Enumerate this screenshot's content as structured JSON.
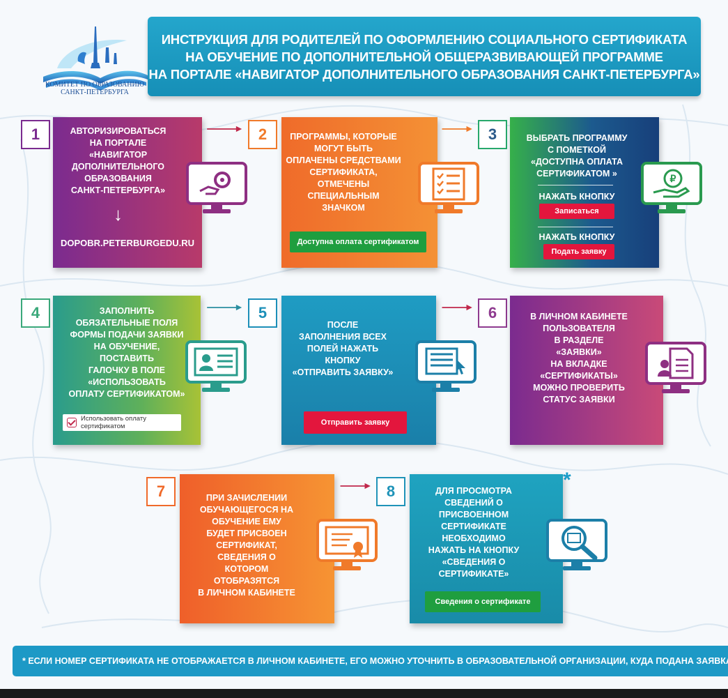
{
  "header": {
    "logo_text_line1": "КОМИТЕТ ПО ОБРАЗОВАНИЮ",
    "logo_text_line2": "САНКТ-ПЕТЕРБУРГА",
    "title_line1": "ИНСТРУКЦИЯ ДЛЯ РОДИТЕЛЕЙ ПО ОФОРМЛЕНИЮ СОЦИАЛЬНОГО СЕРТИФИКАТА",
    "title_line2": "НА ОБУЧЕНИЕ ПО ДОПОЛНИТЕЛЬНОЙ ОБЩЕРАЗВИВАЮЩЕЙ ПРОГРАММЕ",
    "title_line3": "НА ПОРТАЛЕ «НАВИГАТОР ДОПОЛНИТЕЛЬНОГО ОБРАЗОВАНИЯ САНКТ-ПЕТЕРБУРГА»"
  },
  "steps": [
    {
      "number": "1",
      "color": "#7b2b8f",
      "lines": [
        "АВТОРИЗИРОВАТЬСЯ",
        "НА ПОРТАЛЕ",
        "«НАВИГАТОР",
        "ДОПОЛНИТЕЛЬНОГО",
        "ОБРАЗОВАНИЯ",
        "САНКТ-ПЕТЕРБУРГА»"
      ],
      "arrow_symbol": "↓",
      "url": "DOPOBR.PETERBURGEDU.RU",
      "icon": "monitor-hand-gear-icon"
    },
    {
      "number": "2",
      "color": "#f07a2a",
      "lines": [
        "ПРОГРАММЫ, КОТОРЫЕ",
        "МОГУТ БЫТЬ",
        "ОПЛАЧЕНЫ СРЕДСТВАМИ",
        "СЕРТИФИКАТА,",
        "ОТМЕЧЕНЫ",
        "СПЕЦИАЛЬНЫМ",
        "ЗНАЧКОМ"
      ],
      "badge": "Доступна оплата сертификатом",
      "icon": "monitor-checklist-icon"
    },
    {
      "number": "3",
      "color": "#27a86b",
      "lines": [
        "ВЫБРАТЬ ПРОГРАММУ",
        "С ПОМЕТКОЙ",
        "«ДОСТУПНА ОПЛАТА",
        "СЕРТИФИКАТОМ »"
      ],
      "action1_label": "НАЖАТЬ КНОПКУ",
      "action1_button": "Записаться",
      "action2_label": "НАЖАТЬ КНОПКУ",
      "action2_button": "Подать заявку",
      "icon": "monitor-ruble-hand-icon"
    },
    {
      "number": "4",
      "color": "#3aa87a",
      "lines": [
        "ЗАПОЛНИТЬ",
        "ОБЯЗАТЕЛЬНЫЕ  ПОЛЯ",
        "ФОРМЫ ПОДАЧИ ЗАЯВКИ",
        "НА ОБУЧЕНИЕ,",
        "ПОСТАВИТЬ",
        "ГАЛОЧКУ В ПОЛЕ",
        "«ИСПОЛЬЗОВАТЬ",
        "ОПЛАТУ СЕРТИФИКАТОМ»"
      ],
      "checkbox_label": "Использовать оплату сертификатом",
      "icon": "monitor-profile-card-icon"
    },
    {
      "number": "5",
      "color": "#1c8fb8",
      "lines": [
        "ПОСЛЕ",
        "ЗАПОЛНЕНИЯ ВСЕХ",
        "ПОЛЕЙ НАЖАТЬ",
        "КНОПКУ",
        "«ОТПРАВИТЬ ЗАЯВКУ»"
      ],
      "button": "Отправить  заявку",
      "icon": "monitor-form-cursor-icon"
    },
    {
      "number": "6",
      "color": "#8e3a8f",
      "lines": [
        "В ЛИЧНОМ КАБИНЕТЕ",
        "ПОЛЬЗОВАТЕЛЯ",
        "В РАЗДЕЛЕ",
        "«ЗАЯВКИ»",
        "НА ВКЛАДКЕ",
        "«СЕРТИФИКАТЫ»",
        "МОЖНО ПРОВЕРИТЬ",
        "СТАТУС ЗАЯВКИ"
      ],
      "icon": "monitor-user-document-icon"
    },
    {
      "number": "7",
      "color": "#f06a2a",
      "lines": [
        "ПРИ ЗАЧИСЛЕНИИ",
        "ОБУЧАЮЩЕГОСЯ НА",
        "ОБУЧЕНИЕ ЕМУ",
        "БУДЕТ  ПРИСВОЕН",
        "СЕРТИФИКАТ,",
        "СВЕДЕНИЯ О",
        "КОТОРОМ",
        "ОТОБРАЗЯТСЯ",
        "В ЛИЧНОМ КАБИНЕТЕ"
      ],
      "icon": "monitor-certificate-icon"
    },
    {
      "number": "8",
      "color": "#1f93b8",
      "lines": [
        "ДЛЯ ПРОСМОТРА",
        "СВЕДЕНИЙ О",
        "ПРИСВОЕННОМ",
        "СЕРТИФИКАТЕ",
        "НЕОБХОДИМО",
        "НАЖАТЬ НА КНОПКУ",
        "«СВЕДЕНИЯ О",
        "СЕРТИФИКАТЕ»"
      ],
      "button": "Сведения о сертификате",
      "icon": "monitor-magnifier-certificate-icon"
    }
  ],
  "asterisk": "*",
  "footer": {
    "note": "* ЕСЛИ НОМЕР СЕРТИФИКАТА НЕ ОТОБРАЖАЕТСЯ В ЛИЧНОМ КАБИНЕТЕ, ЕГО МОЖНО УТОЧНИТЬ В ОБРАЗОВАТЕЛЬНОЙ ОРГАНИЗАЦИИ, КУДА ПОДАНА ЗАЯВКА"
  },
  "colors": {
    "title_banner": "#1d9bc6",
    "footer_banner": "#1d99c6",
    "button_green": "#1f9e3f",
    "button_red": "#e3163d"
  }
}
